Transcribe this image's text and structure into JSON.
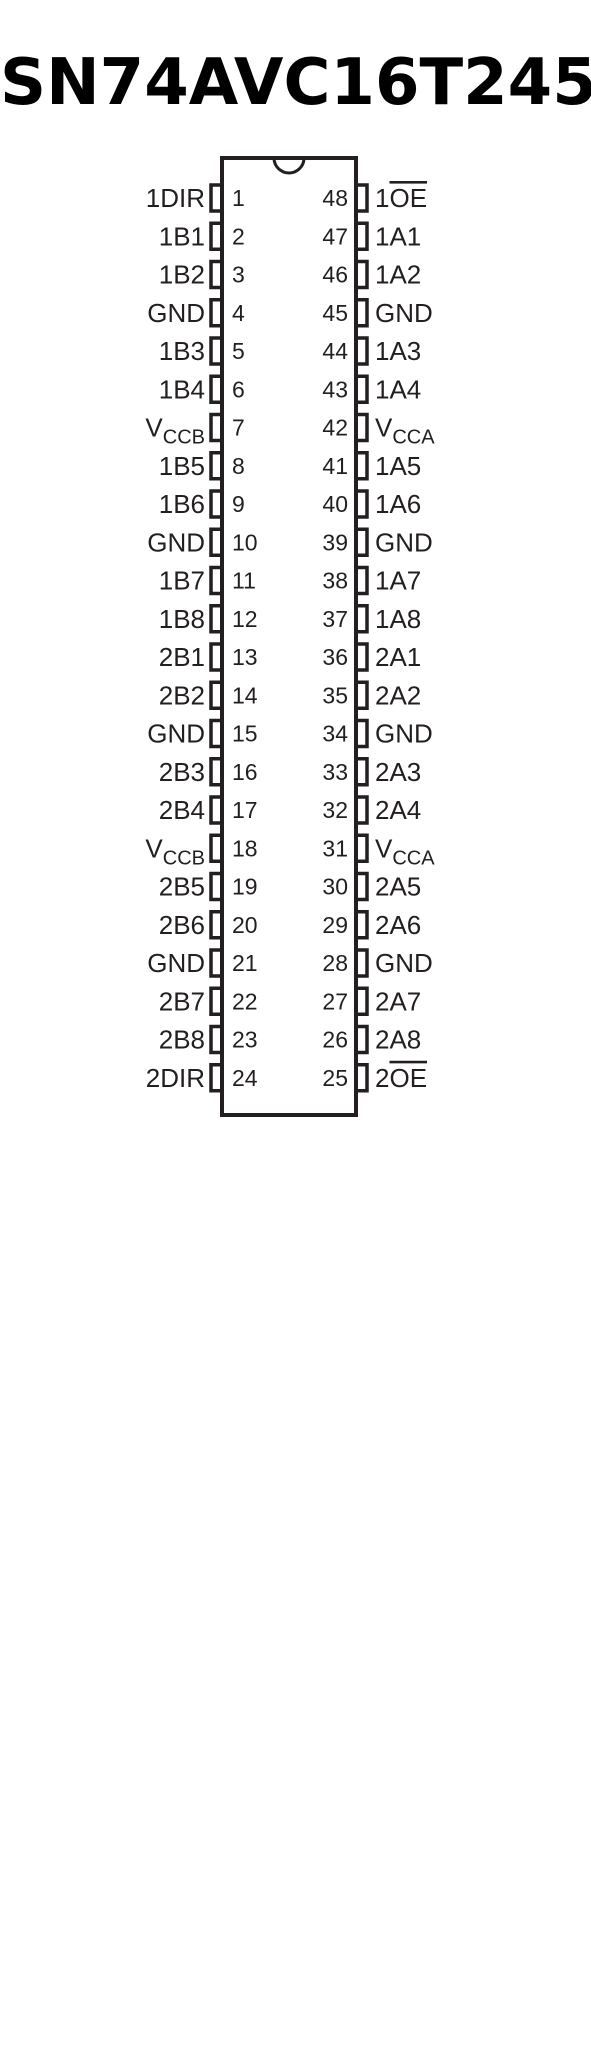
{
  "title": "SN74AVC16T245",
  "left_pins": [
    {
      "num": "1",
      "label": "1DIR",
      "sub": "",
      "overline": false
    },
    {
      "num": "2",
      "label": "1B1",
      "sub": "",
      "overline": false
    },
    {
      "num": "3",
      "label": "1B2",
      "sub": "",
      "overline": false
    },
    {
      "num": "4",
      "label": "GND",
      "sub": "",
      "overline": false
    },
    {
      "num": "5",
      "label": "1B3",
      "sub": "",
      "overline": false
    },
    {
      "num": "6",
      "label": "1B4",
      "sub": "",
      "overline": false
    },
    {
      "num": "7",
      "label": "V",
      "sub": "CCB",
      "overline": false
    },
    {
      "num": "8",
      "label": "1B5",
      "sub": "",
      "overline": false
    },
    {
      "num": "9",
      "label": "1B6",
      "sub": "",
      "overline": false
    },
    {
      "num": "10",
      "label": "GND",
      "sub": "",
      "overline": false
    },
    {
      "num": "11",
      "label": "1B7",
      "sub": "",
      "overline": false
    },
    {
      "num": "12",
      "label": "1B8",
      "sub": "",
      "overline": false
    },
    {
      "num": "13",
      "label": "2B1",
      "sub": "",
      "overline": false
    },
    {
      "num": "14",
      "label": "2B2",
      "sub": "",
      "overline": false
    },
    {
      "num": "15",
      "label": "GND",
      "sub": "",
      "overline": false
    },
    {
      "num": "16",
      "label": "2B3",
      "sub": "",
      "overline": false
    },
    {
      "num": "17",
      "label": "2B4",
      "sub": "",
      "overline": false
    },
    {
      "num": "18",
      "label": "V",
      "sub": "CCB",
      "overline": false
    },
    {
      "num": "19",
      "label": "2B5",
      "sub": "",
      "overline": false
    },
    {
      "num": "20",
      "label": "2B6",
      "sub": "",
      "overline": false
    },
    {
      "num": "21",
      "label": "GND",
      "sub": "",
      "overline": false
    },
    {
      "num": "22",
      "label": "2B7",
      "sub": "",
      "overline": false
    },
    {
      "num": "23",
      "label": "2B8",
      "sub": "",
      "overline": false
    },
    {
      "num": "24",
      "label": "2DIR",
      "sub": "",
      "overline": false
    }
  ],
  "right_pins": [
    {
      "num": "48",
      "prefix": "1",
      "label": "OE",
      "sub": "",
      "overline": true
    },
    {
      "num": "47",
      "prefix": "",
      "label": "1A1",
      "sub": "",
      "overline": false
    },
    {
      "num": "46",
      "prefix": "",
      "label": "1A2",
      "sub": "",
      "overline": false
    },
    {
      "num": "45",
      "prefix": "",
      "label": "GND",
      "sub": "",
      "overline": false
    },
    {
      "num": "44",
      "prefix": "",
      "label": "1A3",
      "sub": "",
      "overline": false
    },
    {
      "num": "43",
      "prefix": "",
      "label": "1A4",
      "sub": "",
      "overline": false
    },
    {
      "num": "42",
      "prefix": "",
      "label": "V",
      "sub": "CCA",
      "overline": false
    },
    {
      "num": "41",
      "prefix": "",
      "label": "1A5",
      "sub": "",
      "overline": false
    },
    {
      "num": "40",
      "prefix": "",
      "label": "1A6",
      "sub": "",
      "overline": false
    },
    {
      "num": "39",
      "prefix": "",
      "label": "GND",
      "sub": "",
      "overline": false
    },
    {
      "num": "38",
      "prefix": "",
      "label": "1A7",
      "sub": "",
      "overline": false
    },
    {
      "num": "37",
      "prefix": "",
      "label": "1A8",
      "sub": "",
      "overline": false
    },
    {
      "num": "36",
      "prefix": "",
      "label": "2A1",
      "sub": "",
      "overline": false
    },
    {
      "num": "35",
      "prefix": "",
      "label": "2A2",
      "sub": "",
      "overline": false
    },
    {
      "num": "34",
      "prefix": "",
      "label": "GND",
      "sub": "",
      "overline": false
    },
    {
      "num": "33",
      "prefix": "",
      "label": "2A3",
      "sub": "",
      "overline": false
    },
    {
      "num": "32",
      "prefix": "",
      "label": "2A4",
      "sub": "",
      "overline": false
    },
    {
      "num": "31",
      "prefix": "",
      "label": "V",
      "sub": "CCA",
      "overline": false
    },
    {
      "num": "30",
      "prefix": "",
      "label": "2A5",
      "sub": "",
      "overline": false
    },
    {
      "num": "29",
      "prefix": "",
      "label": "2A6",
      "sub": "",
      "overline": false
    },
    {
      "num": "28",
      "prefix": "",
      "label": "GND",
      "sub": "",
      "overline": false
    },
    {
      "num": "27",
      "prefix": "",
      "label": "2A7",
      "sub": "",
      "overline": false
    },
    {
      "num": "26",
      "prefix": "",
      "label": "2A8",
      "sub": "",
      "overline": false
    },
    {
      "num": "25",
      "prefix": "2",
      "label": "OE",
      "sub": "",
      "overline": true
    }
  ],
  "colors": {
    "ink": "#231f20",
    "title": "#000000",
    "background": "#ffffff"
  }
}
